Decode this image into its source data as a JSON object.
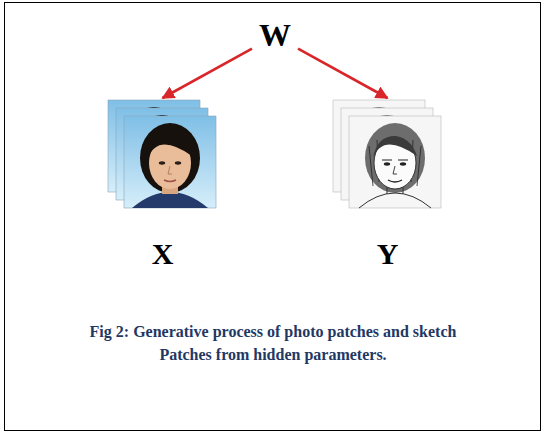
{
  "diagram": {
    "caption": "Fig 2: Generative process of photo patches and sketch Patches from hidden parameters.",
    "nodes": [
      {
        "text": [
          "W"
        ]
      },
      {
        "text": [
          "X"
        ]
      },
      {
        "text": [
          "Y"
        ]
      }
    ],
    "edges": [
      {
        "from": 0,
        "to": 1,
        "arrow": "to"
      },
      {
        "from": 0,
        "to": 2,
        "arrow": "to"
      }
    ]
  }
}
